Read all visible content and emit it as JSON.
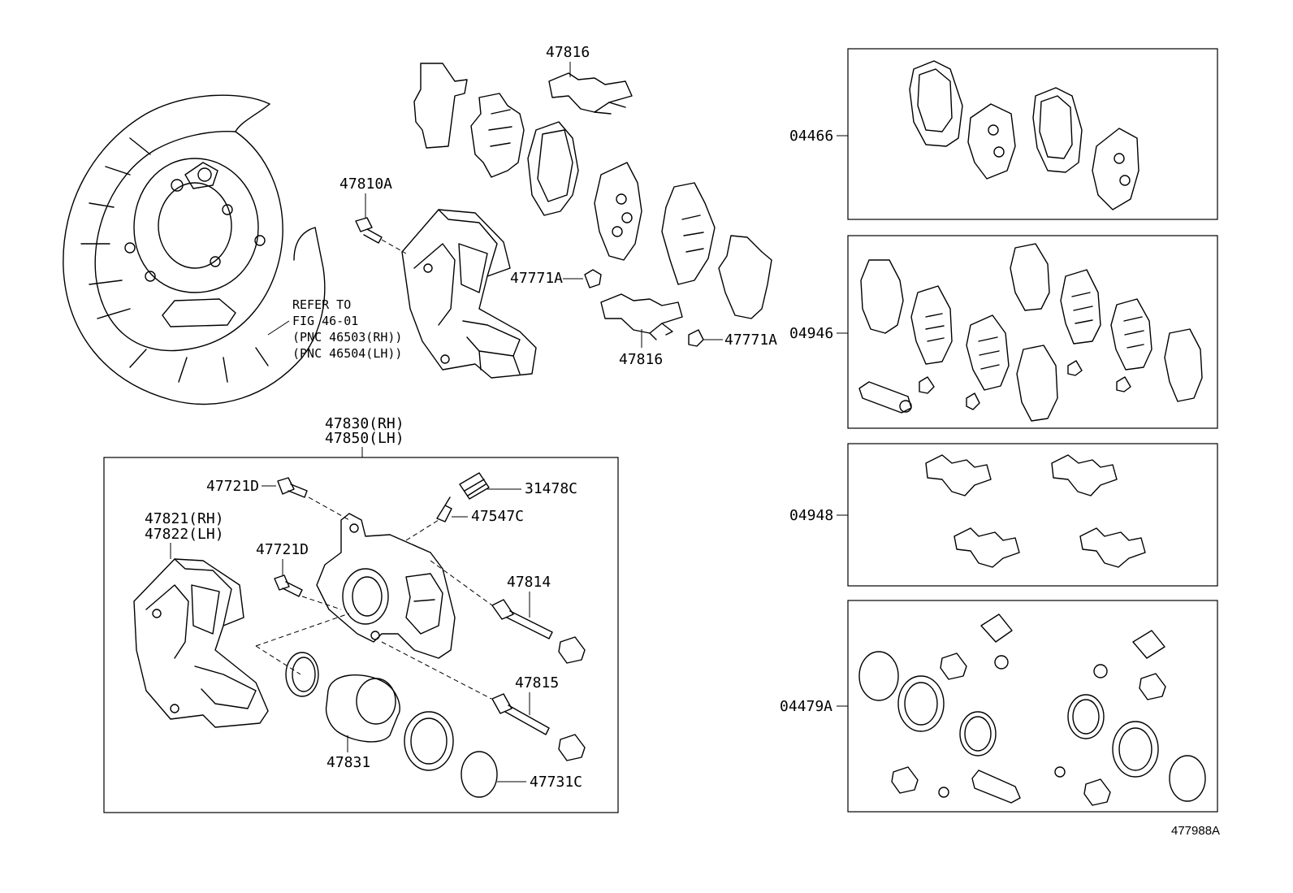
{
  "top": {
    "p47816_top": "47816",
    "p47810A": "47810A",
    "p47771A_left": "47771A",
    "p47771A_right": "47771A",
    "p47816_bottom": "47816",
    "refer_note": [
      "REFER TO",
      "FIG 46-01",
      "(PNC 46503(RH))",
      "(PNC 46504(LH))"
    ]
  },
  "caliper": {
    "title_rh": "47830(RH)",
    "title_lh": "47850(LH)",
    "p47721D_a": "47721D",
    "p47721D_b": "47721D",
    "p31478C": "31478C",
    "p47547C": "47547C",
    "p47821": "47821(RH)",
    "p47822": "47822(LH)",
    "p47814": "47814",
    "p47815": "47815",
    "p47831": "47831",
    "p47731C": "47731C"
  },
  "kits": {
    "k04466": "04466",
    "k04946": "04946",
    "k04948": "04948",
    "k04479A": "04479A"
  },
  "figure_ref": "477988A"
}
